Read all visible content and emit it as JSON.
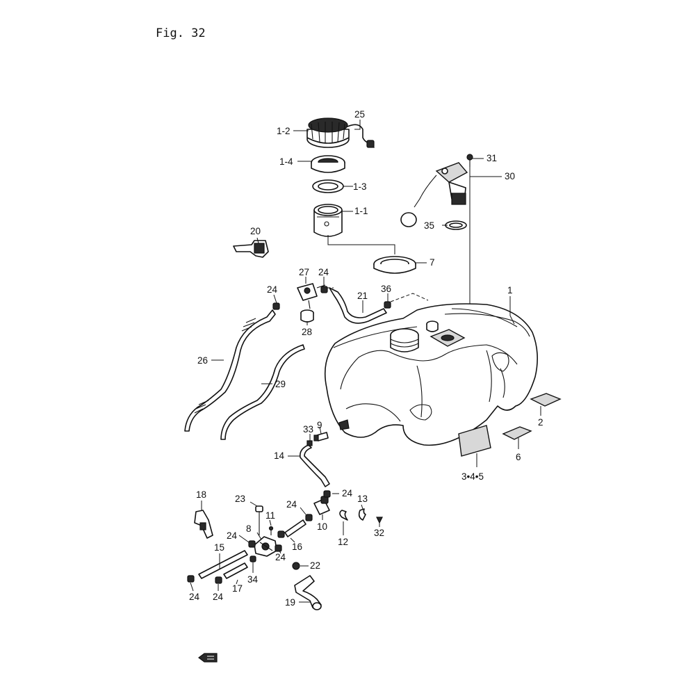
{
  "figure": {
    "title": "Fig. 32"
  },
  "callouts": {
    "c1": "1",
    "c1_2": "1-2",
    "c1_4": "1-4",
    "c1_3": "1-3",
    "c1_1": "1-1",
    "c2": "2",
    "c345": "3•4•5",
    "c6": "6",
    "c7": "7",
    "c8": "8",
    "c9": "9",
    "c10": "10",
    "c11": "11",
    "c12": "12",
    "c13": "13",
    "c14": "14",
    "c15": "15",
    "c16": "16",
    "c17": "17",
    "c18": "18",
    "c19": "19",
    "c20": "20",
    "c21": "21",
    "c22": "22",
    "c23": "23",
    "c24": "24",
    "c25": "25",
    "c26": "26",
    "c27": "27",
    "c28": "28",
    "c29": "29",
    "c30": "30",
    "c31": "31",
    "c32": "32",
    "c33": "33",
    "c34": "34",
    "c35": "35",
    "c36": "36"
  },
  "colors": {
    "line": "#111111",
    "background": "#ffffff"
  },
  "icons": {
    "front_arrow": "front-arrow-icon"
  }
}
